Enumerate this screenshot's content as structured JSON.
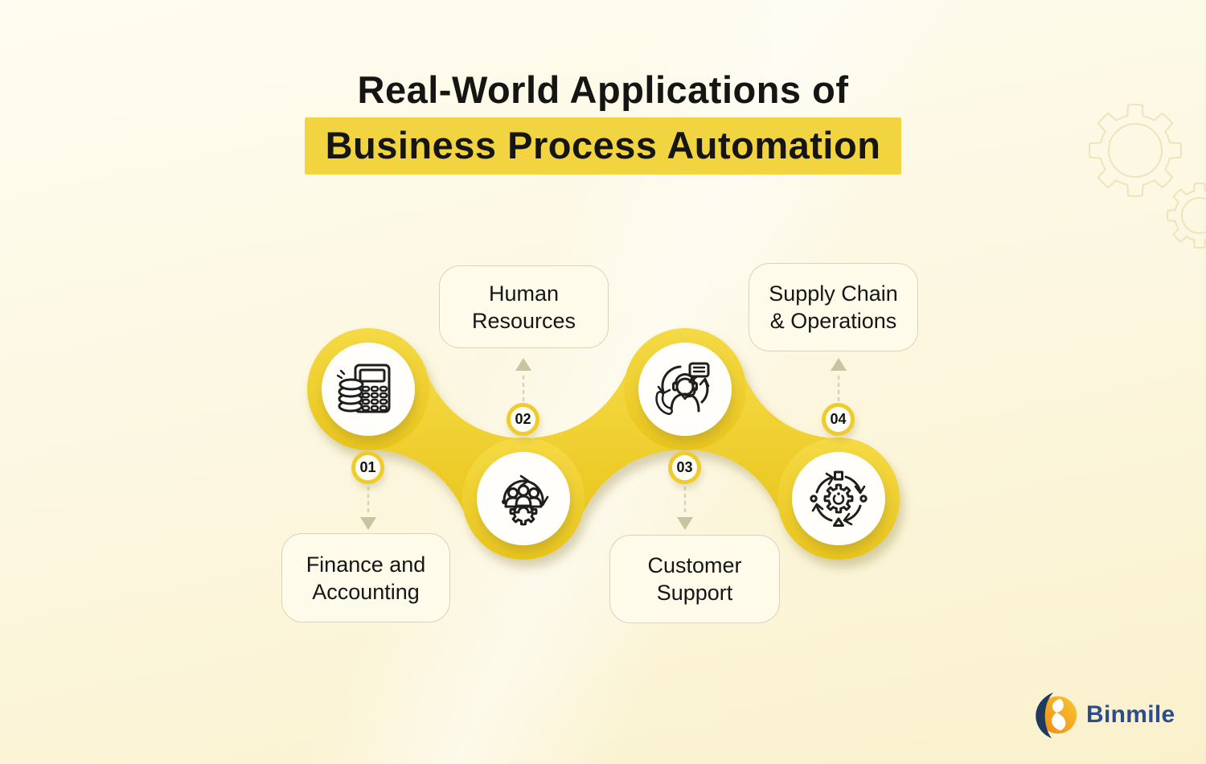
{
  "title": {
    "line1": "Real-World Applications of",
    "line2": "Business Process Automation"
  },
  "steps": [
    {
      "number": "01",
      "label_line1": "Finance and",
      "label_line2": "Accounting",
      "icon": "calculator-coins-icon"
    },
    {
      "number": "02",
      "label_line1": "Human",
      "label_line2": "Resources",
      "icon": "people-gear-icon"
    },
    {
      "number": "03",
      "label_line1": "Customer",
      "label_line2": "Support",
      "icon": "support-agent-icon"
    },
    {
      "number": "04",
      "label_line1": "Supply Chain",
      "label_line2": "& Operations",
      "icon": "gear-cycle-icon"
    }
  ],
  "colors": {
    "accent": "#EFCC2B",
    "accent_light": "#F5DA45",
    "accent_dark": "#E9C51C",
    "highlight": "#F2D440",
    "background_top": "#FFFDF1",
    "background_bottom": "#FAF1CC",
    "card_bg": "#FEFBEA",
    "card_border": "#D9D3B9",
    "text": "#161616",
    "dash": "#D8D2BA",
    "arrow": "#C9C3A3",
    "gear_outline": "#EDE4BC",
    "logo_text": "#2D4C8C",
    "logo_navy": "#1E3A5F",
    "logo_orange": "#EE8E14"
  },
  "logo": {
    "text": "Binmile"
  }
}
